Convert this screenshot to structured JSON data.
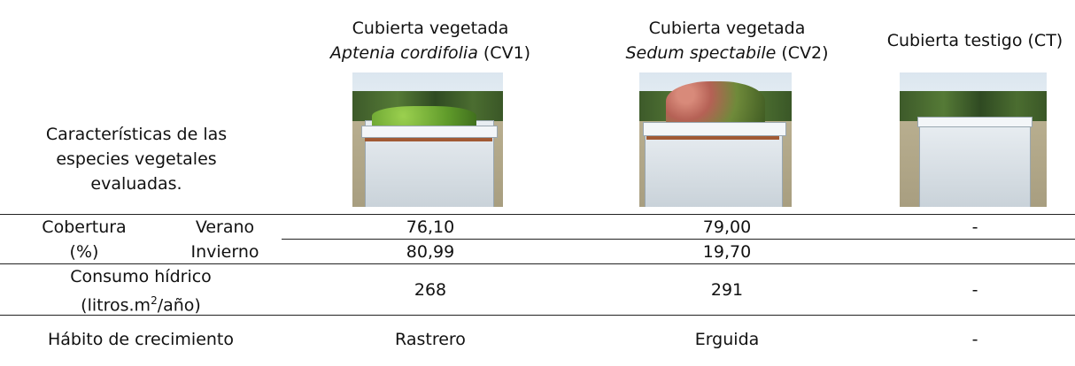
{
  "table": {
    "corner_label": "Características de las especies vegetales evaluadas.",
    "columns": [
      {
        "line1": "Cubierta vegetada",
        "species": "Aptenia cordifolia",
        "code": " (CV1)"
      },
      {
        "line1": "Cubierta vegetada",
        "species": "Sedum spectabile",
        "code": " (CV2)"
      },
      {
        "line1": "Cubierta testigo (CT)"
      }
    ],
    "rows": {
      "cobertura": {
        "label_line1": "Cobertura",
        "label_line2": "(%)",
        "sub": [
          {
            "label": "Verano",
            "values": [
              "76,10",
              "79,00",
              "-"
            ]
          },
          {
            "label": "Invierno",
            "values": [
              "80,99",
              "19,70",
              ""
            ]
          }
        ]
      },
      "consumo": {
        "label_line1": "Consumo hídrico",
        "label_line2_pre": "(litros.m",
        "label_sup": "2",
        "label_line2_post": "/año)",
        "values": [
          "268",
          "291",
          "-"
        ]
      },
      "habito": {
        "label": "Hábito de crecimiento",
        "values": [
          "Rastrero",
          "Erguida",
          "-"
        ]
      }
    }
  }
}
